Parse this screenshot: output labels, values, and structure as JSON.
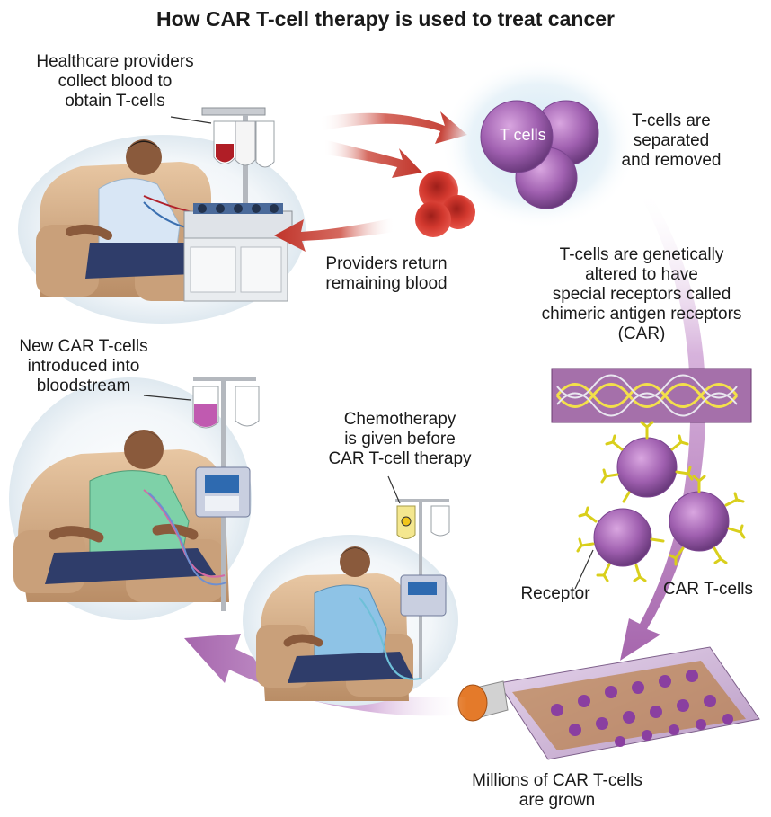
{
  "title": "How CAR T-cell therapy is used to treat cancer",
  "labels": {
    "collect": [
      "Healthcare providers",
      "collect blood to",
      "obtain T-cells"
    ],
    "t_cells_in_cell": "T cells",
    "separated": [
      "T-cells are",
      "separated",
      "and removed"
    ],
    "return": [
      "Providers return",
      "remaining blood"
    ],
    "altered": [
      "T-cells are genetically",
      "altered to have",
      "special receptors called",
      "chimeric antigen receptors",
      "(CAR)"
    ],
    "new_cells": [
      "New CAR T-cells",
      "introduced into",
      "bloodstream"
    ],
    "chemo": [
      "Chemotherapy",
      "is given before",
      "CAR T-cell therapy"
    ],
    "receptor": "Receptor",
    "car_t_cells": "CAR T-cells",
    "grown": [
      "Millions of CAR T-cells",
      "are grown"
    ]
  },
  "colors": {
    "red_arrow": "#c0342a",
    "purple_arrow": "#b27ab8",
    "t_cell": "#9a5aa8",
    "red_cell": "#c8342b",
    "receptor": "#e7e02a",
    "chair": "#d9b38e",
    "shirt_first": "#d8e6f5",
    "shirt_second": "#7ed1a8",
    "shirt_third": "#8ec3e6"
  }
}
